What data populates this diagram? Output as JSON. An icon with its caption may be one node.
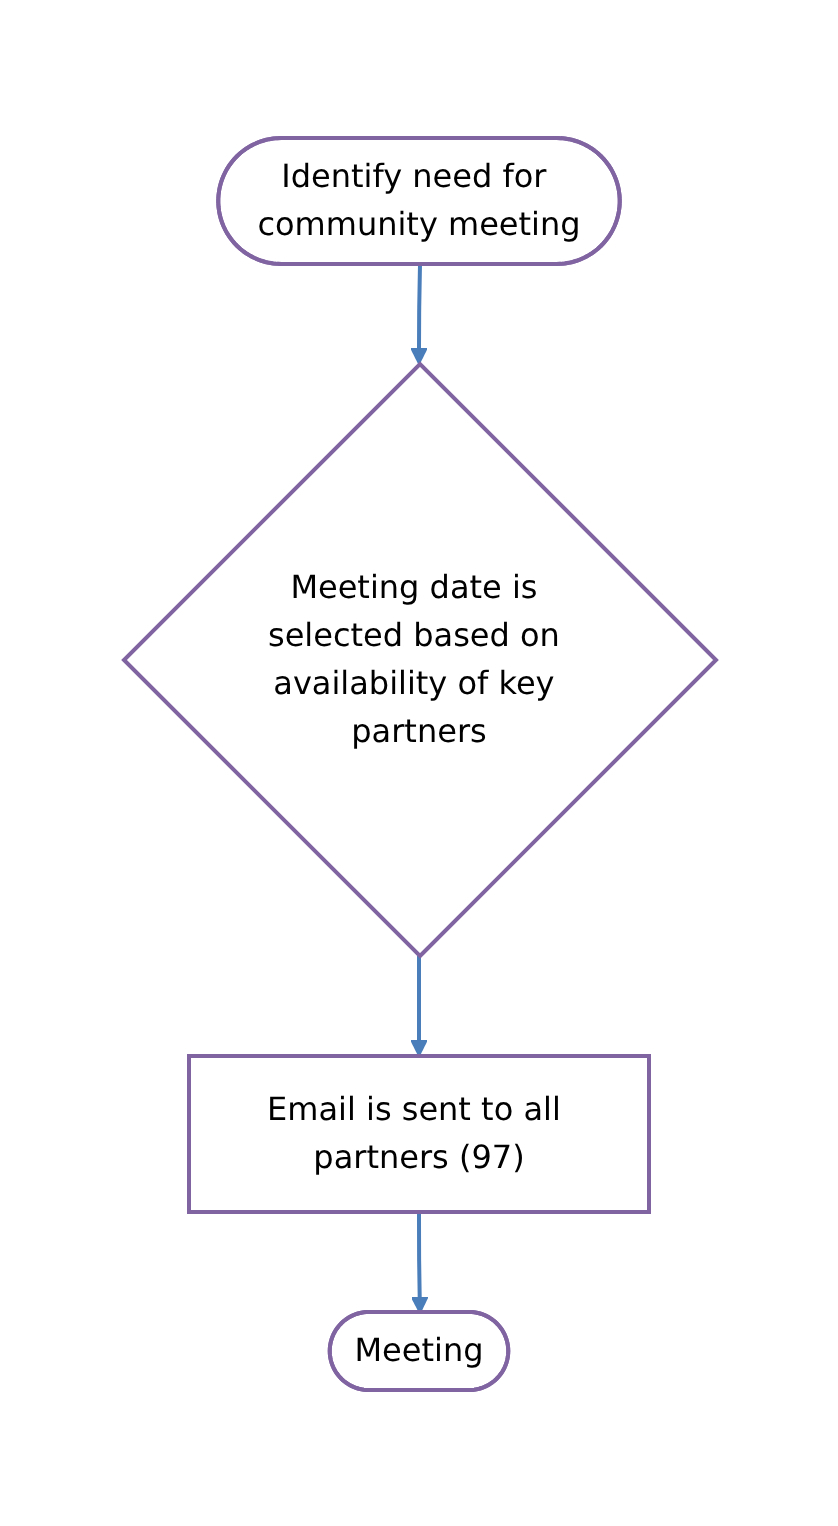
{
  "diagram": {
    "nodes": [
      {
        "text": [
          "Identify need for community meeting"
        ]
      },
      {
        "text": [
          "Meeting date is selected based on availability of key partners"
        ]
      },
      {
        "text": [
          "Email is sent to all partners (97)"
        ]
      },
      {
        "text": [
          "Meeting"
        ]
      }
    ],
    "edges": [
      {
        "from": 0,
        "to": 1,
        "arrow": "to"
      },
      {
        "from": 1,
        "to": 2,
        "arrow": "to"
      },
      {
        "from": 2,
        "to": 3,
        "arrow": "to"
      }
    ]
  }
}
